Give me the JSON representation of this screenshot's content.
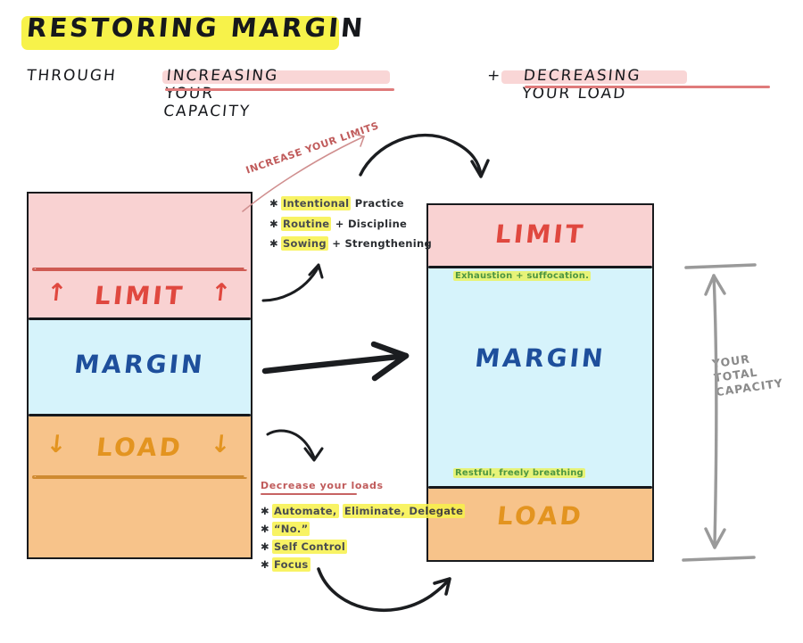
{
  "title": {
    "text": "RESTORING   MARGIN",
    "highlight_color": "#f7f24a"
  },
  "subtitle": {
    "lead": "THROUGH",
    "part1": "INCREASING  YOUR  CAPACITY",
    "plus": "+",
    "part2": "DECREASING  YOUR  LOAD",
    "underline_color": "#df7b7b",
    "highlight_color": "#f6bdbd"
  },
  "before_box": {
    "limit_label": "LIMIT",
    "limit_arrow_left": "↑",
    "limit_arrow_right": "↑",
    "margin_label": "MARGIN",
    "load_label": "LOAD",
    "load_arrow_left": "↓",
    "load_arrow_right": "↓",
    "limit_color": "#e0483f",
    "margin_color": "#1e4f9c",
    "load_color": "#e39420",
    "band_pink": "#f9d2d2",
    "band_blue": "#d6f3fb",
    "band_orange": "#f7c38a"
  },
  "after_box": {
    "limit_label": "LIMIT",
    "margin_label": "MARGIN",
    "load_label": "LOAD",
    "note_top": "Exhaustion + suffocation.",
    "note_bottom": "Restful, freely breathing",
    "note_color": "#3f8c2f"
  },
  "increase_annotation": {
    "heading": "INCREASE  YOUR  LIMITS",
    "bullets": [
      {
        "highlighted": "Intentional",
        "rest": "Practice"
      },
      {
        "highlighted": "Routine",
        "rest": "+  Discipline"
      },
      {
        "highlighted": "Sowing",
        "rest": "+  Strengthening"
      }
    ]
  },
  "decrease_annotation": {
    "heading": "Decrease  your  loads",
    "bullets": [
      {
        "highlighted": "Automate,",
        "rest": "Eliminate,  Delegate"
      },
      {
        "highlighted": "“No.”",
        "rest": ""
      },
      {
        "highlighted": "Self Control",
        "rest": ""
      },
      {
        "highlighted": "Focus",
        "rest": ""
      }
    ]
  },
  "capacity_bracket": {
    "line1": "YOUR",
    "line2": "TOTAL",
    "line3": "CAPACITY",
    "color": "#8a8a8a"
  }
}
